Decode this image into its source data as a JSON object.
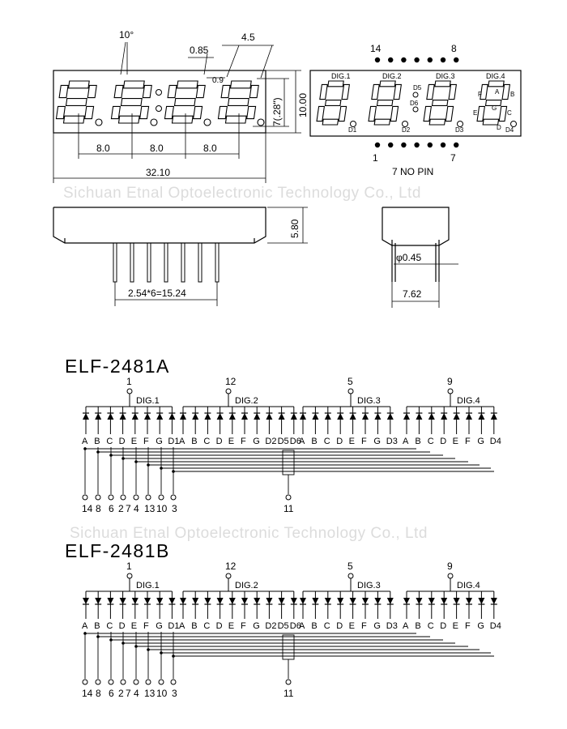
{
  "watermark": "Sichuan Etnal Optoelectronic Technology Co., Ltd",
  "dimensions": {
    "angle": "10°",
    "seg_width": "0.85",
    "digit_height_offset": "4.5",
    "dp_offset": "0.9",
    "digit_height": "7(.28\")",
    "height": "10.00",
    "pitch": [
      "8.0",
      "8.0",
      "8.0"
    ],
    "length": "32.10",
    "depth": "5.80",
    "pin_span": "2.54*6=15.24",
    "pin_diameter": "φ0.45",
    "row_spacing": "7.62"
  },
  "pinout": {
    "top_left": "14",
    "top_right": "8",
    "bottom_left": "1",
    "bottom_right": "7",
    "note": "7 NO PIN",
    "digit_labels": [
      "DIG.1",
      "DIG.2",
      "DIG.3",
      "DIG.4"
    ],
    "dot_labels": [
      "D1",
      "D2",
      "D3",
      "D4",
      "D5",
      "D6"
    ],
    "segment_labels": [
      "A",
      "B",
      "C",
      "D",
      "E",
      "F",
      "G"
    ]
  },
  "circuits": [
    {
      "model": "ELF-2481A",
      "digit_pins": [
        "1",
        "12",
        "5",
        "9"
      ],
      "digit_names": [
        "DIG.1",
        "DIG.2",
        "DIG.3",
        "DIG.4"
      ],
      "segment_row": [
        "A",
        "B",
        "C",
        "D",
        "E",
        "F",
        "G",
        "D1",
        "A",
        "B",
        "C",
        "D",
        "E",
        "F",
        "G",
        "D2",
        "D5",
        "D6",
        "A",
        "B",
        "C",
        "D",
        "E",
        "F",
        "G",
        "D3",
        "A",
        "B",
        "C",
        "D",
        "E",
        "F",
        "G",
        "D4"
      ],
      "bottom_pins": [
        "14",
        "8",
        "6",
        "2",
        "7",
        "4",
        "13",
        "10",
        "3"
      ],
      "dp_pin": "11"
    },
    {
      "model": "ELF-2481B",
      "digit_pins": [
        "1",
        "12",
        "5",
        "9"
      ],
      "digit_names": [
        "DIG.1",
        "DIG.2",
        "DIG.3",
        "DIG.4"
      ],
      "segment_row": [
        "A",
        "B",
        "C",
        "D",
        "E",
        "F",
        "G",
        "D1",
        "A",
        "B",
        "C",
        "D",
        "E",
        "F",
        "G",
        "D2",
        "D5",
        "D6",
        "A",
        "B",
        "C",
        "D",
        "E",
        "F",
        "G",
        "D3",
        "A",
        "B",
        "C",
        "D",
        "E",
        "F",
        "G",
        "D4"
      ],
      "bottom_pins": [
        "14",
        "8",
        "6",
        "2",
        "7",
        "4",
        "13",
        "10",
        "3"
      ],
      "dp_pin": "11"
    }
  ]
}
